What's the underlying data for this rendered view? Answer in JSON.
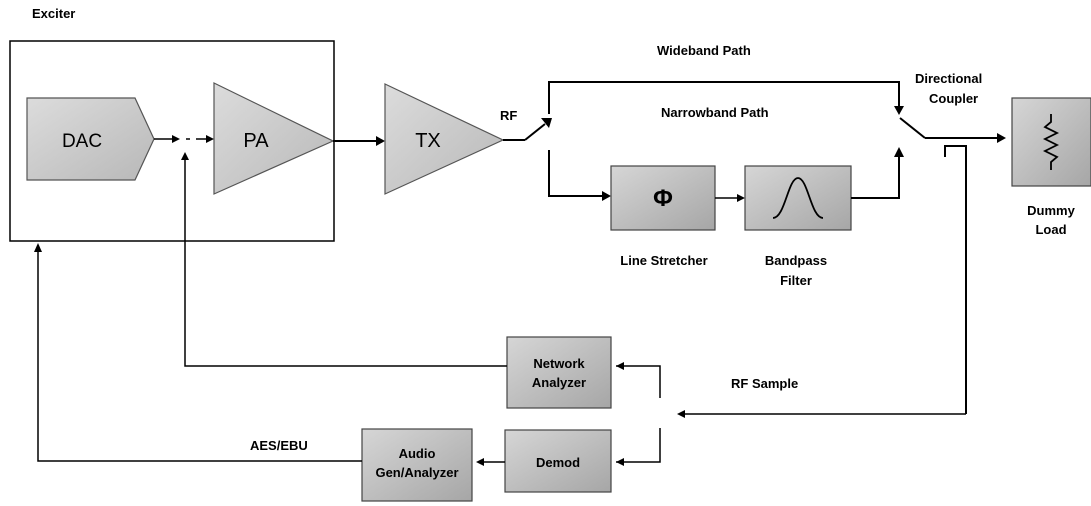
{
  "title": "",
  "labels": {
    "exciter": "Exciter",
    "wideband_path": "Wideband Path",
    "narrowband_path": "Narrowband Path",
    "directional_coupler": [
      "Directional",
      "Coupler"
    ],
    "rf": "RF",
    "line_stretcher": "Line Stretcher",
    "bandpass_filter": [
      "Bandpass",
      "Filter"
    ],
    "dummy_load": [
      "Dummy",
      "Load"
    ],
    "rf_sample": "RF Sample",
    "aes_ebu": "AES/EBU"
  },
  "blocks": {
    "dac": "DAC",
    "pa": "PA",
    "tx": "TX",
    "phase_symbol": "Φ",
    "network_analyzer": [
      "Network",
      "Analyzer"
    ],
    "demod": "Demod",
    "audio_analyzer": [
      "Audio",
      "Gen/Analyzer"
    ]
  },
  "colors": {
    "block_fill_light": "#e2e2e2",
    "block_fill_dark": "#a9a9a9",
    "line": "#000000"
  }
}
